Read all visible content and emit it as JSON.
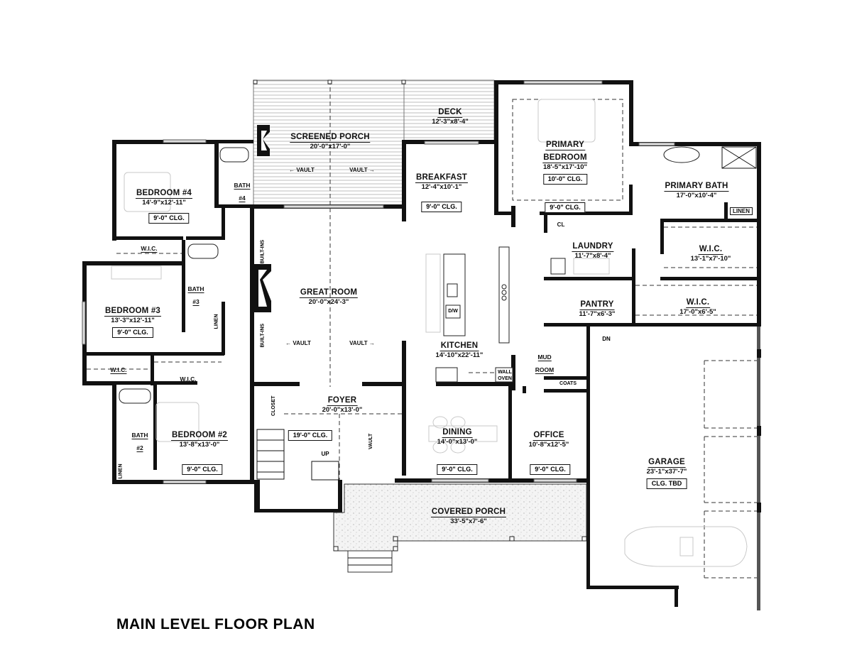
{
  "title": "MAIN LEVEL FLOOR PLAN",
  "colors": {
    "wall": "#111111",
    "background": "#ffffff",
    "porch_fill": "#f2f2f2"
  },
  "rooms": {
    "screened_porch": {
      "name": "SCREENED PORCH",
      "dim": "20'-0\"x17'-0\"",
      "vault_left": "VAULT",
      "vault_right": "VAULT"
    },
    "deck": {
      "name": "DECK",
      "dim": "12'-3\"x8'-4\""
    },
    "primary_bedroom": {
      "name_line1": "PRIMARY",
      "name_line2": "BEDROOM",
      "dim": "18'-5\"x17'-10\"",
      "clg": "10'-0\" CLG.",
      "clg2": "9'-0\" CLG."
    },
    "primary_bath": {
      "name": "PRIMARY BATH",
      "dim": "17'-0\"x10'-4\"",
      "linen": "LINEN"
    },
    "bedroom4": {
      "name": "BEDROOM #4",
      "dim": "14'-9\"x12'-11\"",
      "clg": "9'-0\" CLG."
    },
    "bath4": {
      "name_line1": "BATH",
      "name_line2": "#4"
    },
    "breakfast": {
      "name": "BREAKFAST",
      "dim": "12'-4\"x10'-1\"",
      "clg": "9'-0\" CLG."
    },
    "wic_bed4": {
      "name": "W.I.C."
    },
    "bath3": {
      "name_line1": "BATH",
      "name_line2": "#3",
      "linen": "LINEN"
    },
    "bedroom3": {
      "name": "BEDROOM #3",
      "dim": "13'-3\"x12'-11\"",
      "clg": "9'-0\" CLG."
    },
    "wic_bed3": {
      "name": "W.I.C."
    },
    "wic_bed2": {
      "name": "W.I.C."
    },
    "great_room": {
      "name": "GREAT ROOM",
      "dim": "20'-0\"x24'-3\"",
      "vault_left": "VAULT",
      "vault_right": "VAULT",
      "builtins_top": "BUILT-INS",
      "builtins_bottom": "BUILT-INS"
    },
    "kitchen": {
      "name": "KITCHEN",
      "dim": "14'-10\"x22'-11\"",
      "dw": "D/W",
      "wall_oven_1": "WALL",
      "wall_oven_2": "OVEN"
    },
    "cl": {
      "name": "CL"
    },
    "laundry": {
      "name": "LAUNDRY",
      "dim": "11'-7\"x8'-4\""
    },
    "wic_primary1": {
      "name": "W.I.C.",
      "dim": "13'-1\"x7'-10\""
    },
    "pantry": {
      "name": "PANTRY",
      "dim": "11'-7\"x6'-3\""
    },
    "wic_primary2": {
      "name": "W.I.C.",
      "dim": "17'-0\"x6'-5\""
    },
    "mud_room": {
      "name_line1": "MUD",
      "name_line2": "ROOM",
      "coats": "COATS",
      "dn": "DN"
    },
    "foyer": {
      "name": "FOYER",
      "dim": "20'-0\"x13'-0\"",
      "clg": "19'-0\" CLG.",
      "closet": "CLOSET",
      "up": "UP",
      "vault": "VAULT"
    },
    "dining": {
      "name": "DINING",
      "dim": "14'-0\"x13'-0\"",
      "clg": "9'-0\" CLG."
    },
    "office": {
      "name": "OFFICE",
      "dim": "10'-8\"x12'-5\"",
      "clg": "9'-0\" CLG."
    },
    "bedroom2": {
      "name": "BEDROOM #2",
      "dim": "13'-8\"x13'-0\"",
      "clg": "9'-0\" CLG."
    },
    "bath2": {
      "name_line1": "BATH",
      "name_line2": "#2",
      "linen": "LINEN"
    },
    "covered_porch": {
      "name": "COVERED PORCH",
      "dim": "33'-5\"x7'-6\""
    },
    "garage": {
      "name": "GARAGE",
      "dim": "23'-1\"x37'-7\"",
      "clg": "CLG. TBD"
    }
  }
}
